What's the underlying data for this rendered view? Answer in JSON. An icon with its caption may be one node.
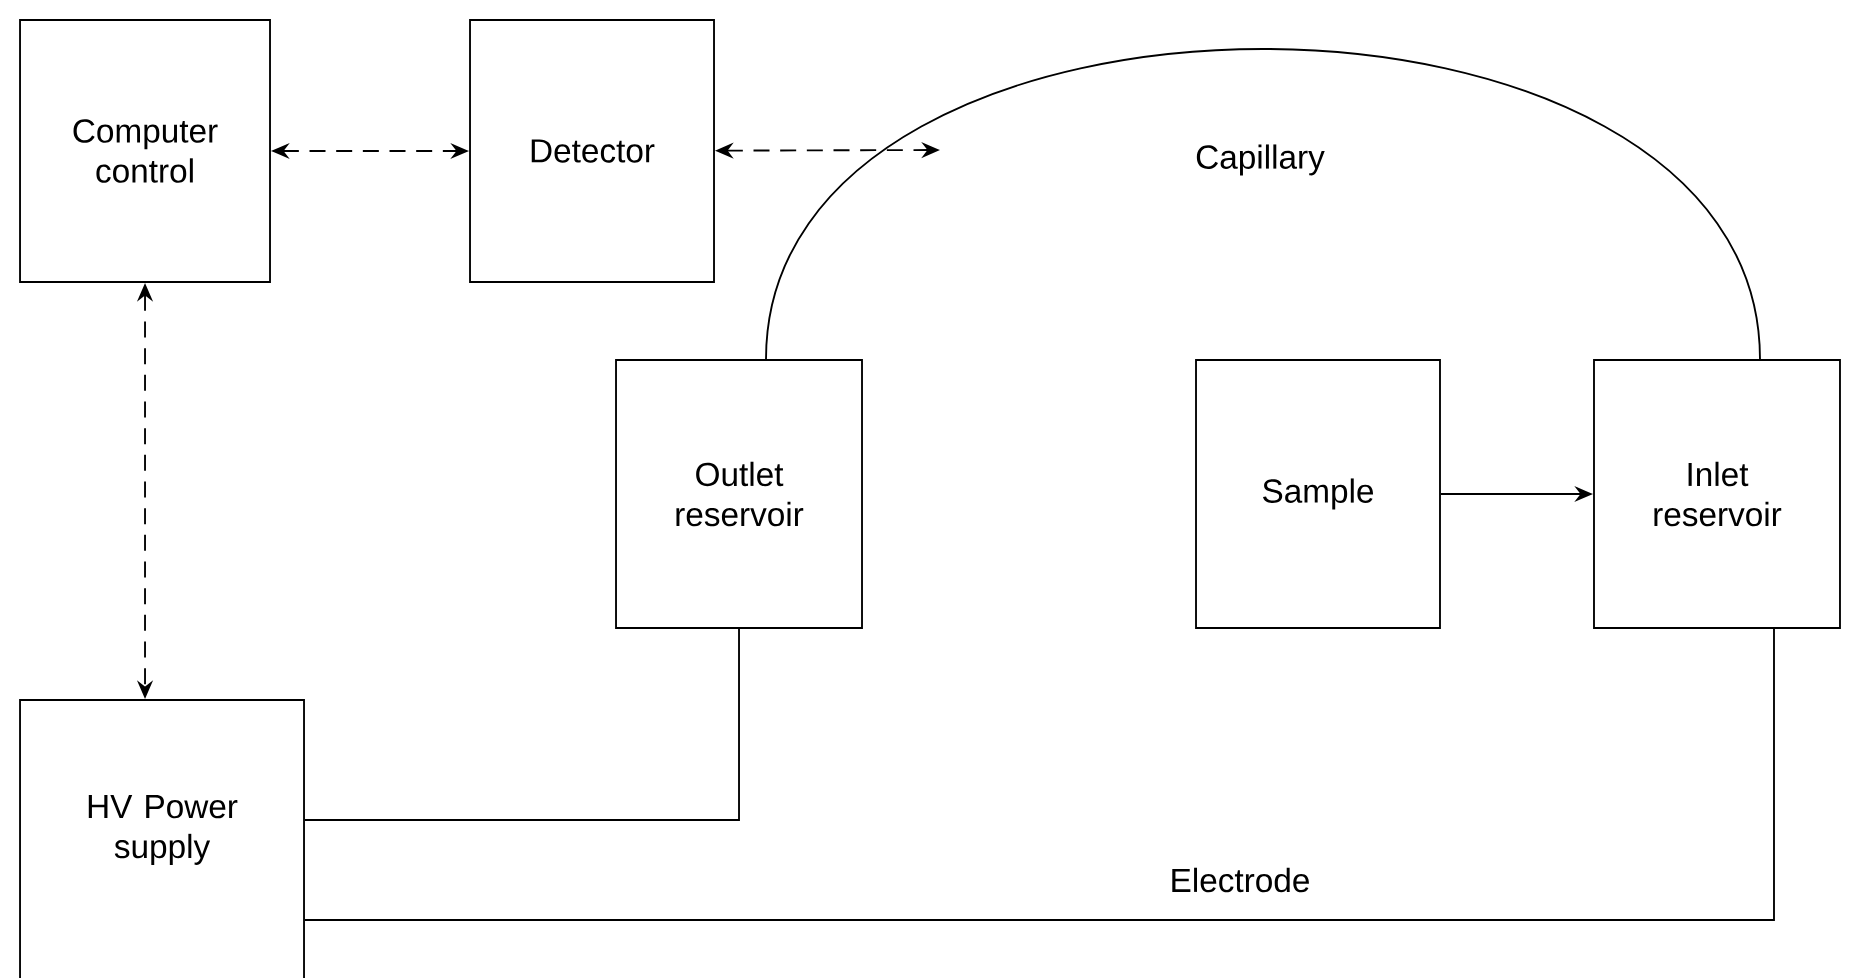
{
  "diagram": {
    "nodes": [
      {
        "text": [
          "Computer control"
        ]
      },
      {
        "text": [
          "Detector"
        ]
      },
      {
        "text": [
          "Outlet reservoir"
        ]
      },
      {
        "text": [
          "Sample"
        ]
      },
      {
        "text": [
          "Inlet reservoir"
        ]
      },
      {
        "text": [
          "HV Power supply"
        ]
      }
    ],
    "edges": [
      {
        "from": 0,
        "to": 1,
        "arrow": "both",
        "style": "dashed"
      },
      {
        "from": 1,
        "to": null,
        "arrow": "both",
        "style": "dashed"
      },
      {
        "from": 2,
        "to": 4,
        "arrow": "none",
        "label": "Capillary"
      },
      {
        "from": 0,
        "to": 5,
        "arrow": "both",
        "style": "dashed"
      },
      {
        "from": 3,
        "to": 4,
        "arrow": "to"
      },
      {
        "from": 5,
        "to": 2,
        "arrow": "none"
      },
      {
        "from": 5,
        "to": 4,
        "arrow": "none",
        "label": "Electrode"
      }
    ]
  }
}
